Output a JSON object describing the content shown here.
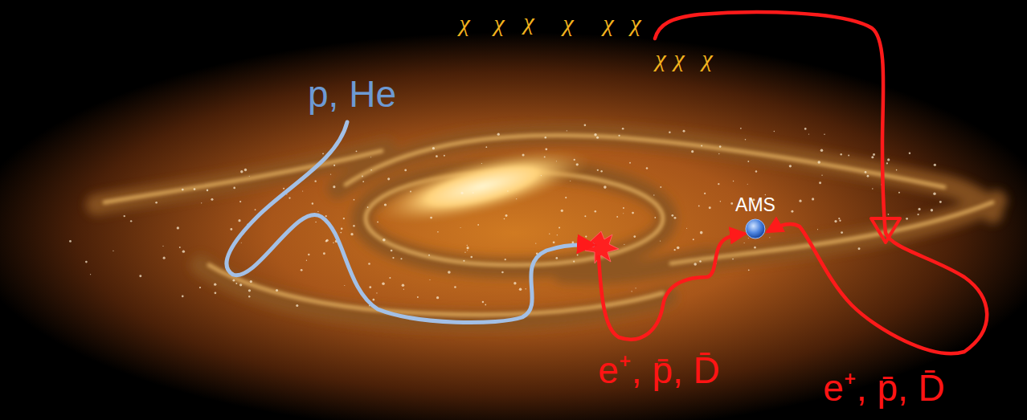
{
  "diagram": {
    "nodes": [
      {
        "text": [
          "AMS"
        ]
      }
    ],
    "labels": [
      "χ",
      "χ",
      "χ",
      "χ",
      "χ",
      "χ",
      "χ",
      "χ",
      "χ",
      "p, He",
      "e⁺, p̄, D̄",
      "e⁺, p̄, D̄"
    ]
  }
}
